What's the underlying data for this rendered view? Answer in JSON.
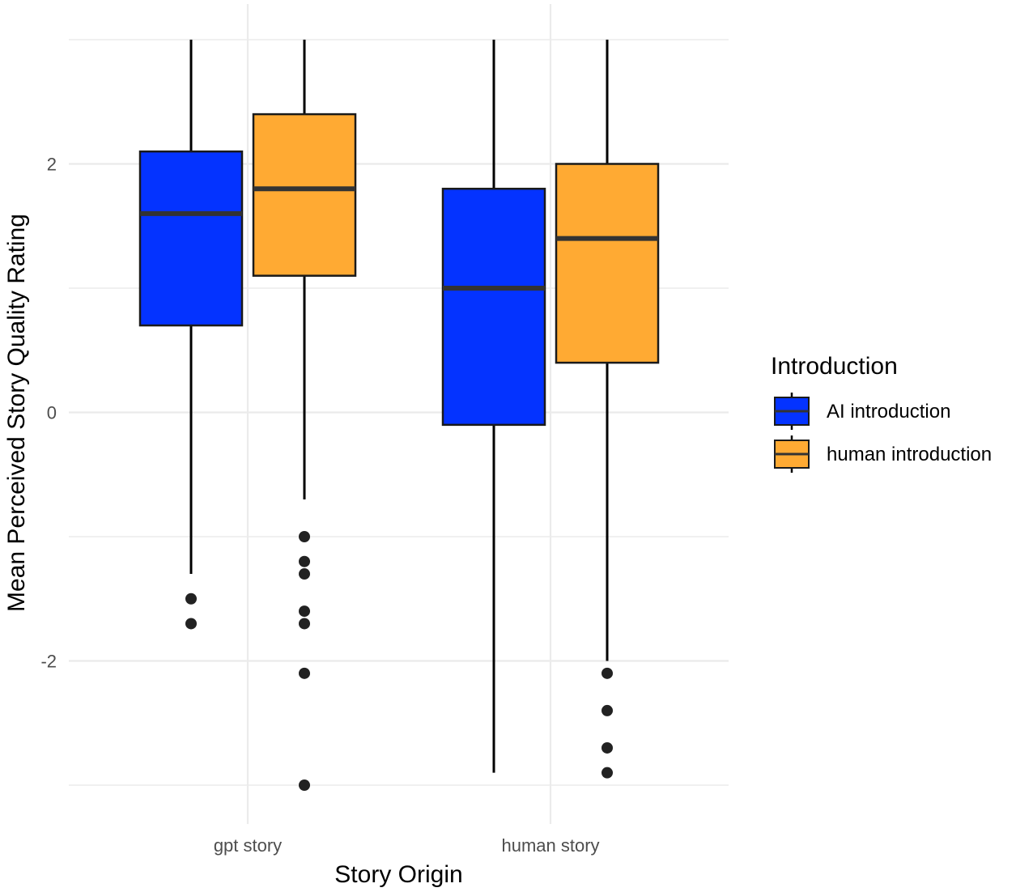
{
  "chart_data": {
    "type": "boxplot",
    "title": "",
    "xlabel": "Story Origin",
    "ylabel": "Mean Perceived Story Quality Rating",
    "categories": [
      "gpt story",
      "human story"
    ],
    "y_ticks": [
      -2,
      0,
      2
    ],
    "y_tick_labels": [
      "-2",
      "0",
      "2"
    ],
    "ylim": [
      -3.35,
      3.3
    ],
    "grid": true,
    "legend": {
      "title": "Introduction",
      "position": "right"
    },
    "series": [
      {
        "name": "AI introduction",
        "color": "#0433ff",
        "boxes": [
          {
            "category": "gpt story",
            "whisker_low": -1.3,
            "q1": 0.7,
            "median": 1.6,
            "q3": 2.1,
            "whisker_high": 3.0,
            "outliers": [
              -1.5,
              -1.7
            ]
          },
          {
            "category": "human story",
            "whisker_low": -2.9,
            "q1": -0.1,
            "median": 1.0,
            "q3": 1.8,
            "whisker_high": 3.0,
            "outliers": []
          }
        ]
      },
      {
        "name": "human introduction",
        "color": "#ffaa33",
        "boxes": [
          {
            "category": "gpt story",
            "whisker_low": -0.7,
            "q1": 1.1,
            "median": 1.8,
            "q3": 2.4,
            "whisker_high": 3.0,
            "outliers": [
              -1.0,
              -1.2,
              -1.3,
              -1.6,
              -1.7,
              -2.1,
              -3.0
            ]
          },
          {
            "category": "human story",
            "whisker_low": -2.0,
            "q1": 0.4,
            "median": 1.4,
            "q3": 2.0,
            "whisker_high": 3.0,
            "outliers": [
              -2.1,
              -2.4,
              -2.7,
              -2.9
            ]
          }
        ]
      }
    ]
  }
}
